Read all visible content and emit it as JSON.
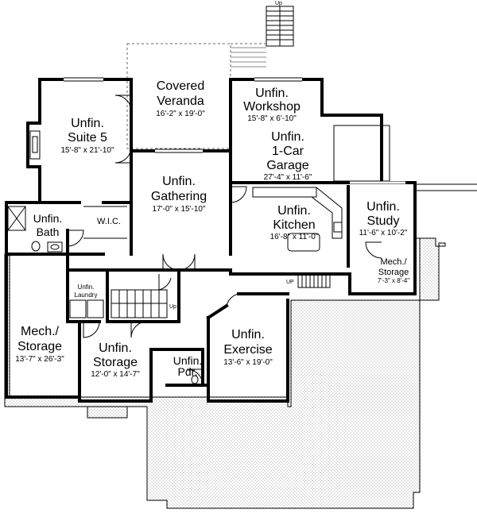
{
  "rooms": [
    {
      "id": "covered-veranda",
      "lines": [
        "Covered",
        "Veranda"
      ],
      "dims": "16'-2\" x 19'-0\""
    },
    {
      "id": "workshop",
      "lines": [
        "Unfin.",
        "Workshop"
      ],
      "dims": "15'-8\" x 6'-10\""
    },
    {
      "id": "suite-5",
      "lines": [
        "Unfin.",
        "Suite 5"
      ],
      "dims": "15'-8\" x 21'-10\""
    },
    {
      "id": "garage",
      "lines": [
        "Unfin.",
        "1-Car",
        "Garage"
      ],
      "dims": "27'-4\" x 11'-6\""
    },
    {
      "id": "gathering",
      "lines": [
        "Unfin.",
        "Gathering"
      ],
      "dims": "17'-0\" x 15'-10\""
    },
    {
      "id": "bath",
      "lines": [
        "Unfin.",
        "Bath"
      ],
      "dims": ""
    },
    {
      "id": "wic",
      "lines": [
        "W.I.C."
      ],
      "dims": ""
    },
    {
      "id": "kitchen",
      "lines": [
        "Unfin.",
        "Kitchen"
      ],
      "dims": "16'-8\" x 11'-0\""
    },
    {
      "id": "study",
      "lines": [
        "Unfin.",
        "Study"
      ],
      "dims": "11'-6\" x 10'-2\""
    },
    {
      "id": "mech-storage-small",
      "lines": [
        "Mech./",
        "Storage"
      ],
      "dims": "7'-3\" x 8'-4\""
    },
    {
      "id": "laundry",
      "lines": [
        "Unfin.",
        "Laundry"
      ],
      "dims": ""
    },
    {
      "id": "mech-storage",
      "lines": [
        "Mech./",
        "Storage"
      ],
      "dims": "13'-7\" x 26'-3\""
    },
    {
      "id": "storage",
      "lines": [
        "Unfin.",
        "Storage"
      ],
      "dims": "12'-0\" x 14'-7\""
    },
    {
      "id": "exercise",
      "lines": [
        "Unfin.",
        "Exercise"
      ],
      "dims": "13'-6\" x 19'-0\""
    },
    {
      "id": "pdr",
      "lines": [
        "Unfin.",
        "Pdr."
      ],
      "dims": ""
    }
  ],
  "stair_labels": {
    "top": "Up",
    "main": "Up",
    "kitchen": "UP"
  }
}
